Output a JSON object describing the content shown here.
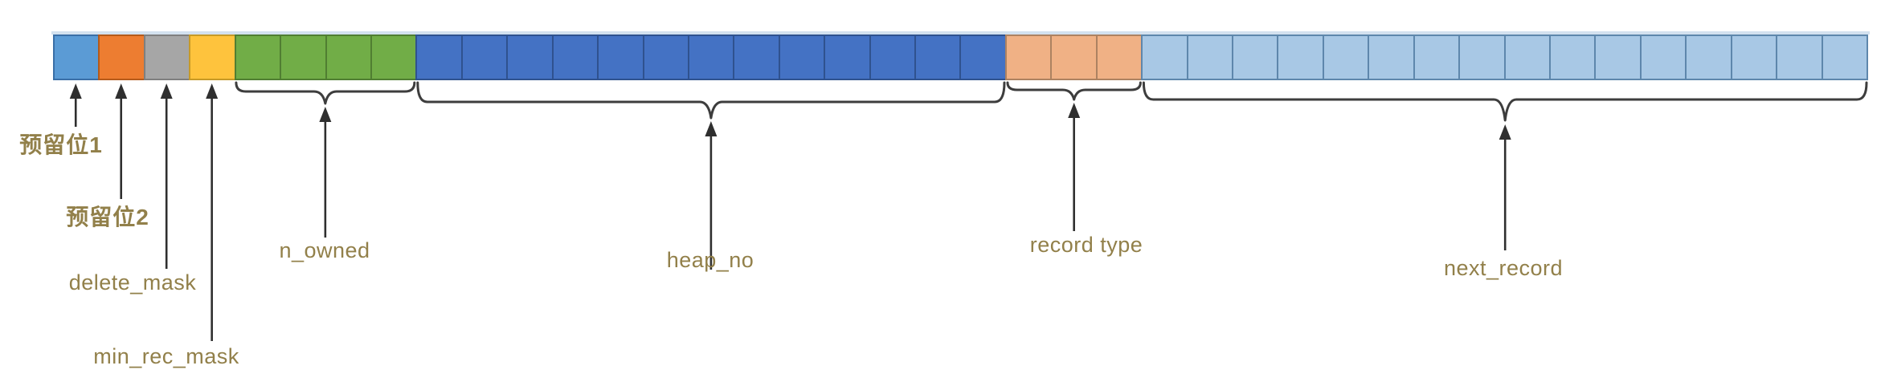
{
  "diagram": {
    "bar_total_bits": 40
  },
  "fields": [
    {
      "id": "reserved1",
      "label": "预留位1",
      "bits": 1,
      "fill": "#5b9bd5",
      "border": "#3a6fa7"
    },
    {
      "id": "reserved2",
      "label": "预留位2",
      "bits": 1,
      "fill": "#ed7d31",
      "border": "#b55a1a"
    },
    {
      "id": "delete-mask",
      "label": "delete_mask",
      "bits": 1,
      "fill": "#a6a6a6",
      "border": "#7f7f7f"
    },
    {
      "id": "min-rec-mask",
      "label": "min_rec_mask",
      "bits": 1,
      "fill": "#fec33d",
      "border": "#c79a27"
    },
    {
      "id": "n-owned",
      "label": "n_owned",
      "bits": 4,
      "fill": "#71ad47",
      "border": "#507e32"
    },
    {
      "id": "heap-no",
      "label": "heap_no",
      "bits": 13,
      "fill": "#4472c4",
      "border": "#2f528f"
    },
    {
      "id": "record-type",
      "label": "record type",
      "bits": 3,
      "fill": "#f0b185",
      "border": "#ad8261"
    },
    {
      "id": "next-record",
      "label": "next_record",
      "bits": 16,
      "fill": "#a8c8e5",
      "border": "#5e87ac"
    }
  ],
  "colors": {
    "background": "#ffffff",
    "label_text": "#92804a",
    "arrow": "#2f2f2f",
    "brace": "#3d3d3d",
    "bar_top_highlight": "#d3e1ef"
  }
}
